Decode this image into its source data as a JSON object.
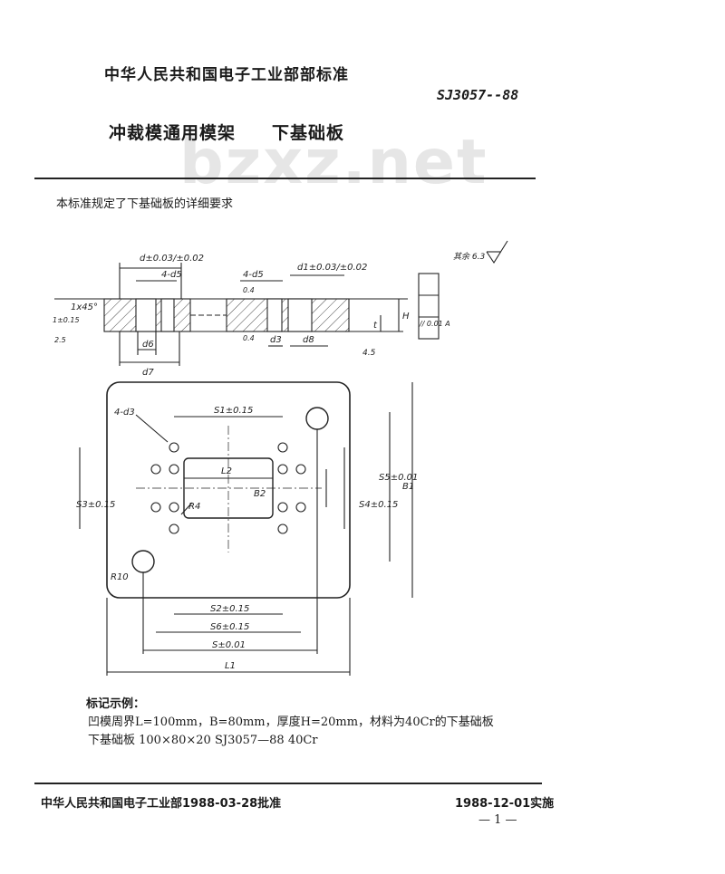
{
  "header": {
    "org_standard": "中华人民共和国电子工业部部标准",
    "code": "SJ3057--88",
    "title": "冲裁模通用模架",
    "subtitle": "下基础板"
  },
  "watermark": "bzxz.net",
  "intro": "本标准规定了下基础板的详细要求",
  "drawing": {
    "section_labels": {
      "d_tol": "d±0.03/±0.02",
      "four_d5_a": "4-d5",
      "four_d5_b": "4-d5",
      "d1_tol": "d1±0.03/±0.02",
      "chamfer": "1x45°",
      "t_left": "1±0.15",
      "t_left2": "2.5",
      "d6": "d6",
      "d7": "d7",
      "d3": "d3",
      "d8": "d8",
      "r04a": "0.4",
      "r04b": "0.4",
      "t": "t",
      "H": "H",
      "tol45": "4.5",
      "flatness": "// 0.01 A",
      "roughness": "其余 6.3"
    },
    "plan_labels": {
      "four_d3": "4-d3",
      "s1": "S1±0.15",
      "l2": "L2",
      "b2": "B2",
      "r4": "R4",
      "r10": "R10",
      "s3": "S3±0.15",
      "s4": "S4±0.15",
      "s5": "S5±0.01",
      "b1": "B1",
      "s2": "S2±0.15",
      "s6": "S6±0.15",
      "s": "S±0.01",
      "l1": "L1"
    }
  },
  "example": {
    "title": "标记示例：",
    "line1": "凹模周界L=100mm，B=80mm，厚度H=20mm，材料为40Cr的下基础板",
    "line2": "下基础板   100×80×20   SJ3057—88   40Cr"
  },
  "footer": {
    "approved": "中华人民共和国电子工业部1988-03-28批准",
    "effective": "1988-12-01实施",
    "page": "— 1 —"
  }
}
